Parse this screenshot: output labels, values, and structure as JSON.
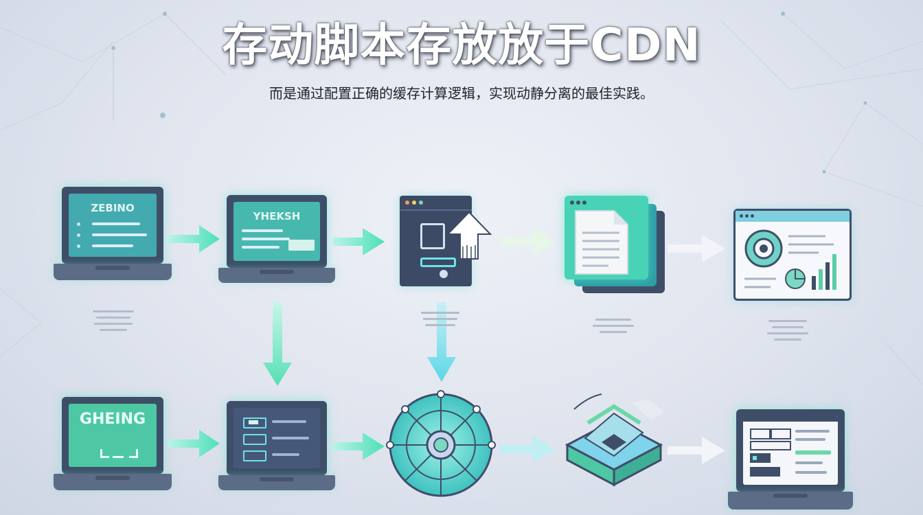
{
  "title": "存动脚本存放放于CDN",
  "subtitle": "而是通过配置正确的缓存计算逻辑，实现动静分离的最佳实践。",
  "nodes": {
    "laptop1_label": "ZEBINO",
    "laptop2_label": "YHEKSH",
    "laptop3_label": "GHEING"
  },
  "colors": {
    "accent_green": "#4ee0b8",
    "accent_cyan": "#5ad8e6",
    "device_body": "#3f4e68"
  }
}
